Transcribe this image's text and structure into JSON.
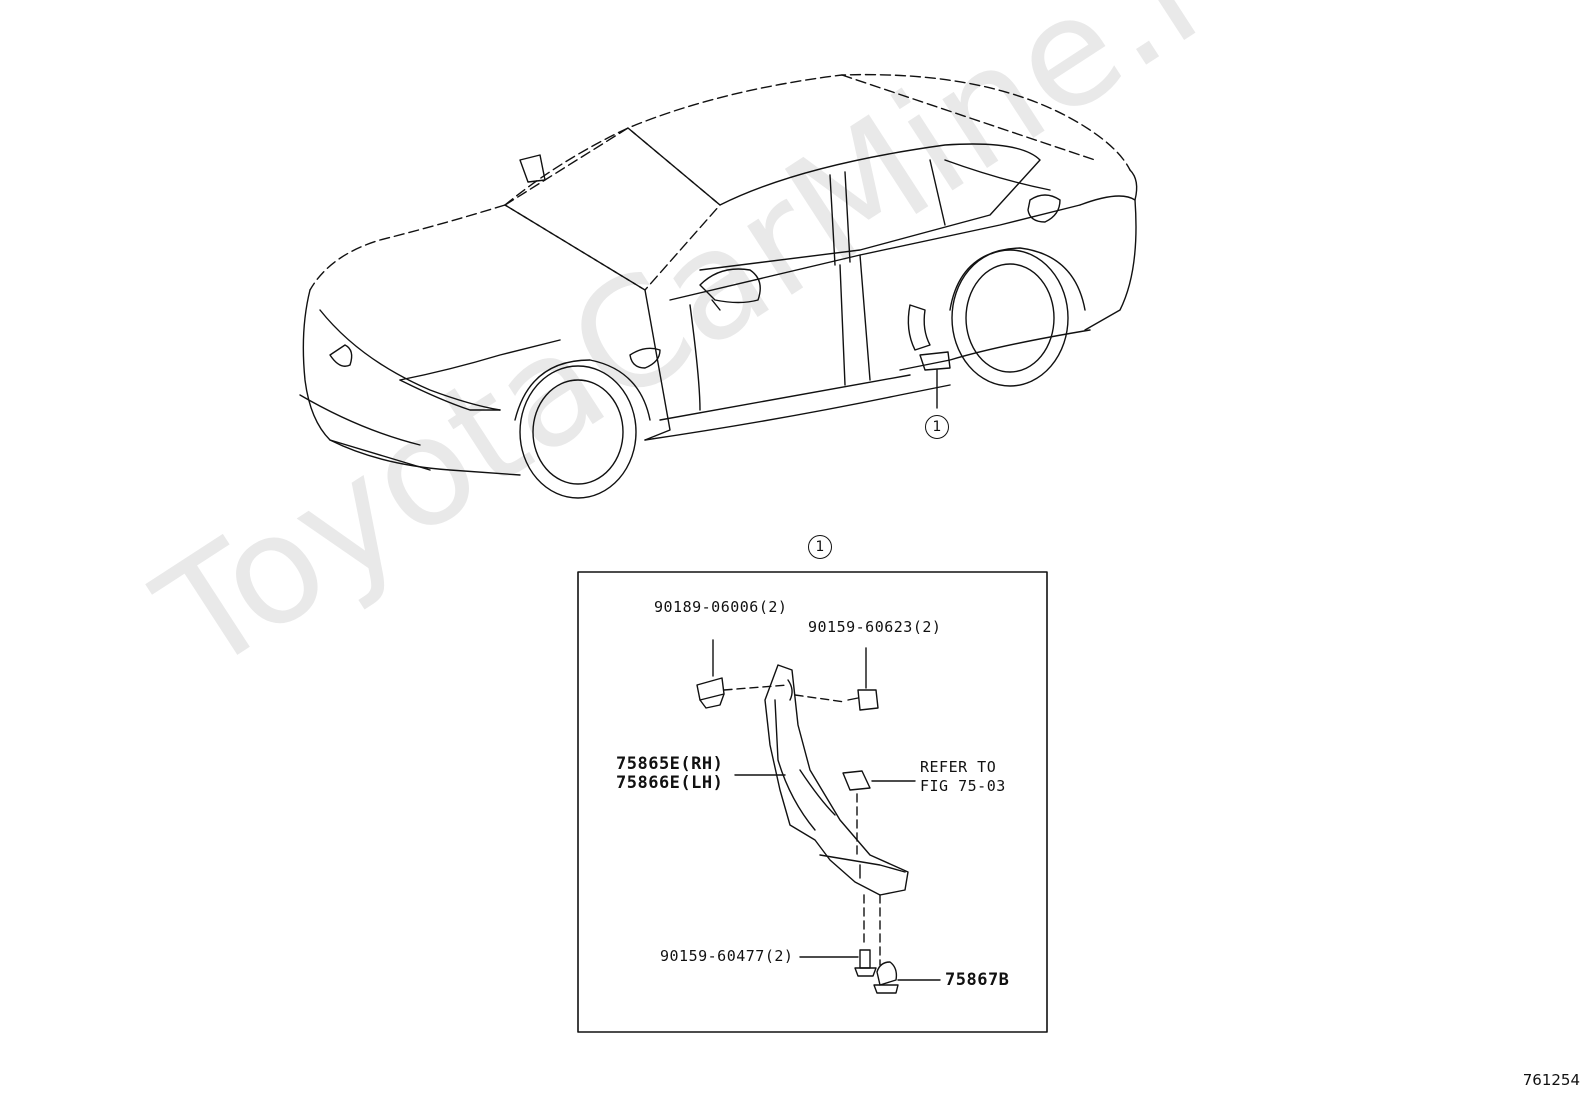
{
  "watermark": "ToyotaCarMine.ru",
  "diagram_id": "761254",
  "callout_number": "1",
  "detail_callout_number": "1",
  "parts": {
    "clip_top": "90189-06006(2)",
    "bolt_top": "90159-60623(2)",
    "panel_rh": "75865E(RH)",
    "panel_lh": "75866E(LH)",
    "refer_line1": "REFER TO",
    "refer_line2": "FIG 75-03",
    "bolt_bottom": "90159-60477(2)",
    "clip_bottom": "75867B"
  }
}
